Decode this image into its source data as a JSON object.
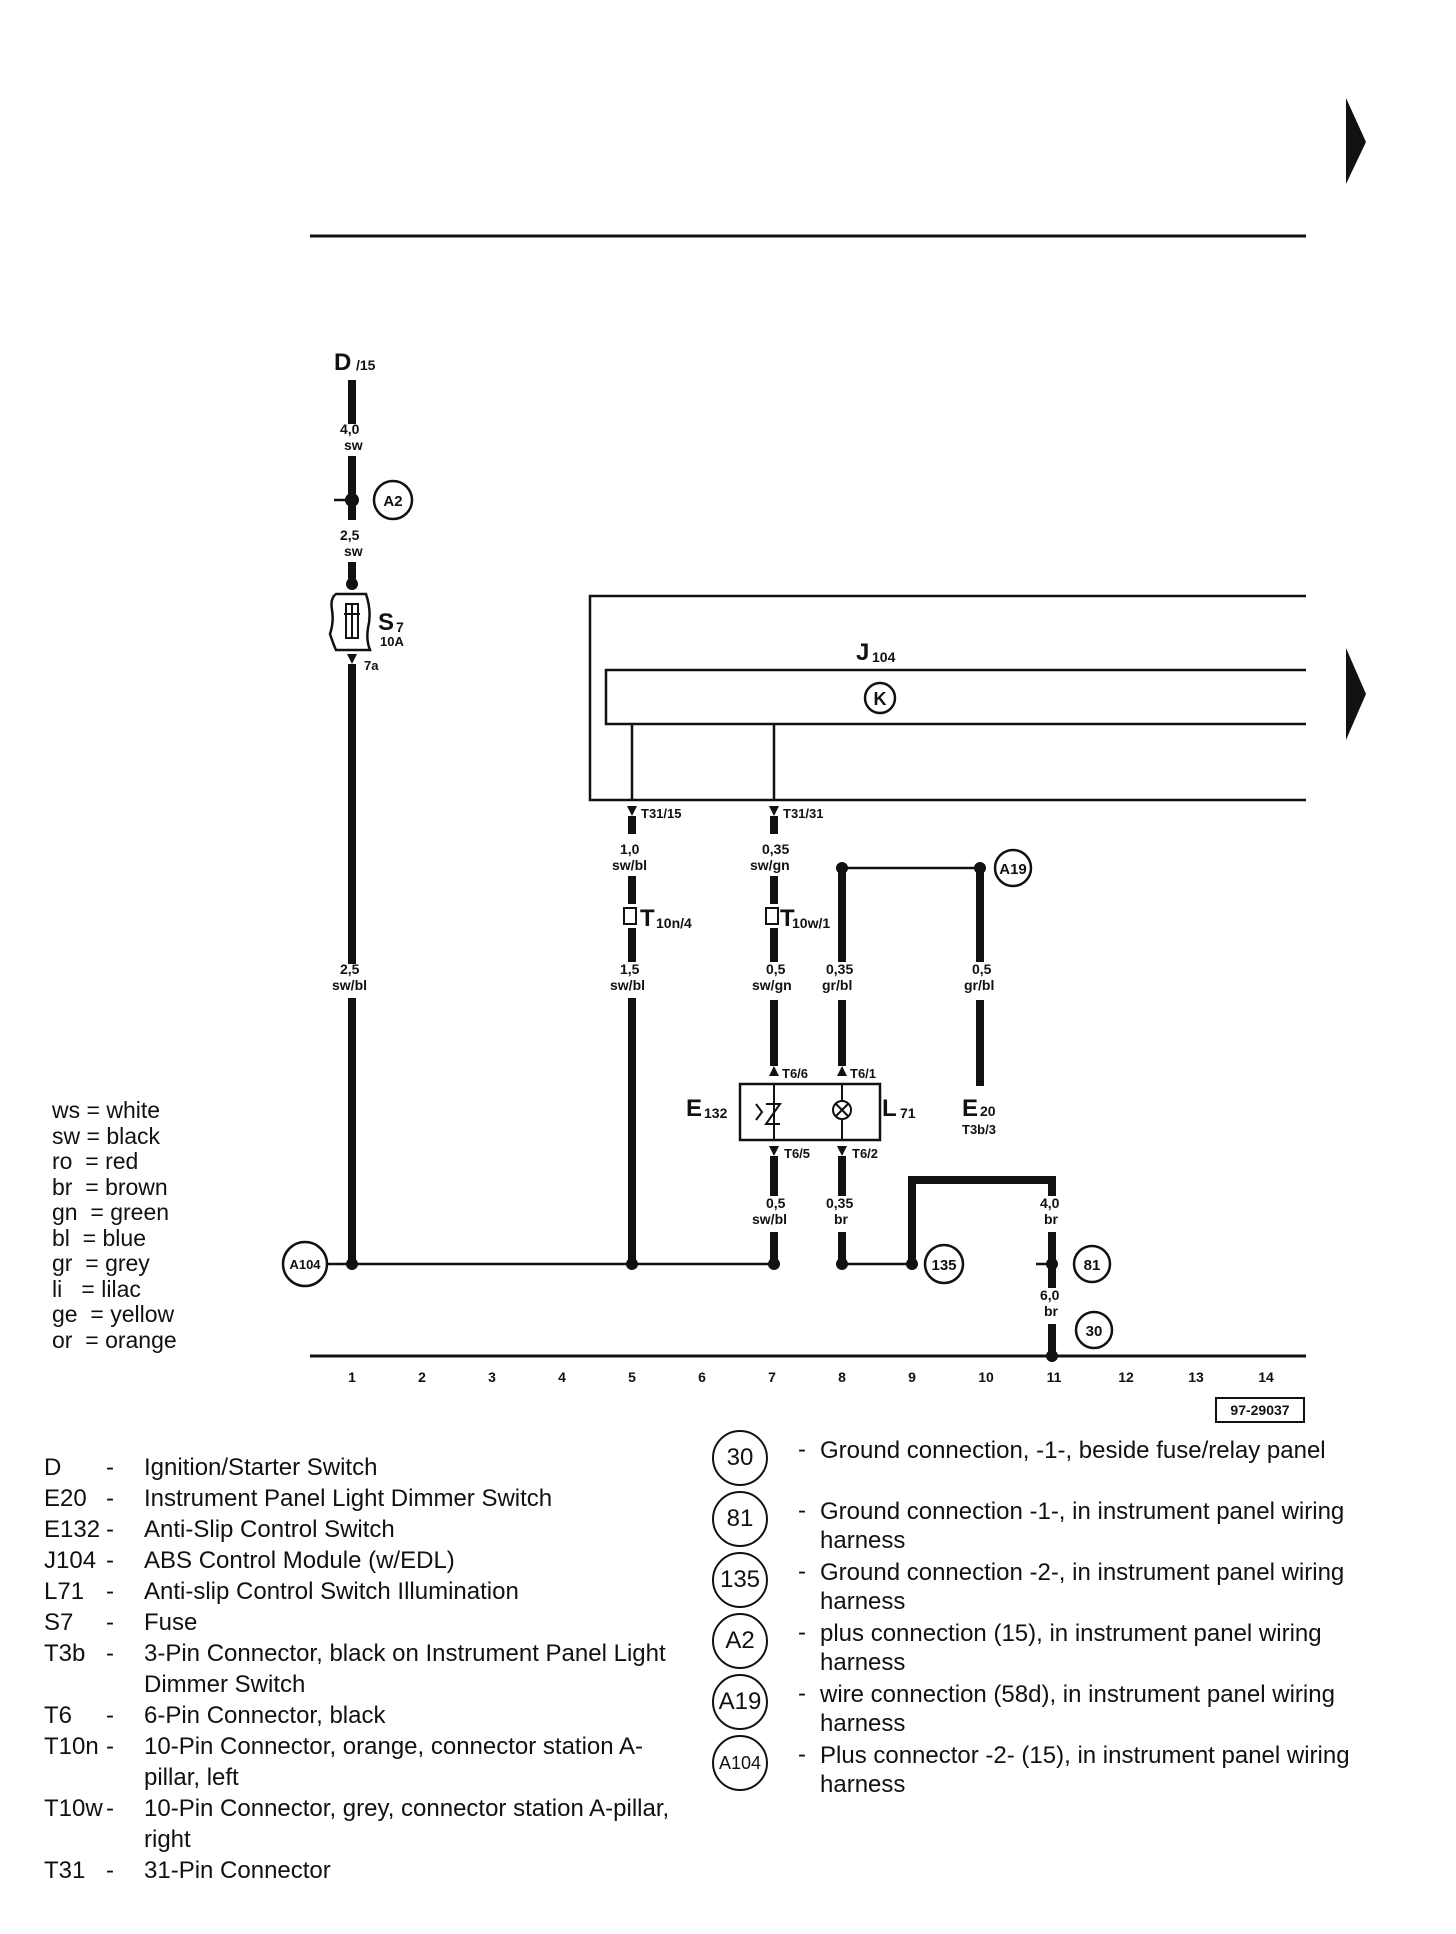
{
  "diagram": {
    "page_number": "97-29037",
    "components": {
      "D": {
        "name": "D",
        "sub": "/15"
      },
      "S7": {
        "name": "S",
        "sub": "7",
        "rating": "10A",
        "pin": "7a"
      },
      "J104": {
        "name": "J",
        "sub": "104",
        "symbol": "K"
      },
      "E132": {
        "name": "E",
        "sub": "132"
      },
      "L71": {
        "name": "L",
        "sub": "71"
      },
      "E20": {
        "name": "E",
        "sub": "20",
        "connector": "T3b/3"
      }
    },
    "wires": {
      "w1": {
        "size": "4,0",
        "color": "sw"
      },
      "w2": {
        "size": "2,5",
        "color": "sw"
      },
      "w3": {
        "size": "2,5",
        "color": "sw/bl"
      },
      "w4": {
        "size": "1,0",
        "color": "sw/bl"
      },
      "w5": {
        "size": "1,5",
        "color": "sw/bl"
      },
      "w6": {
        "size": "0,35",
        "color": "sw/gn"
      },
      "w7": {
        "size": "0,5",
        "color": "sw/gn"
      },
      "w8": {
        "size": "0,35",
        "color": "gr/bl"
      },
      "w9": {
        "size": "0,5",
        "color": "gr/bl"
      },
      "w10": {
        "size": "0,5",
        "color": "sw/bl"
      },
      "w11": {
        "size": "0,35",
        "color": "br"
      },
      "w12": {
        "size": "4,0",
        "color": "br"
      },
      "w13": {
        "size": "6,0",
        "color": "br"
      }
    },
    "pins": {
      "t31_15": "T31/15",
      "t31_31": "T31/31",
      "t10n": "T",
      "t10n_sub": "10n/4",
      "t10w": "T",
      "t10w_sub": "10w/1",
      "t6_6": "T6/6",
      "t6_1": "T6/1",
      "t6_5": "T6/5",
      "t6_2": "T6/2"
    },
    "connections": {
      "A2": "A2",
      "A19": "A19",
      "A104": "A104",
      "c135": "135",
      "c81": "81",
      "c30": "30"
    },
    "tracks": [
      "1",
      "2",
      "3",
      "4",
      "5",
      "6",
      "7",
      "8",
      "9",
      "10",
      "11",
      "12",
      "13",
      "14"
    ]
  },
  "color_key": [
    {
      "code": "ws",
      "name": "white"
    },
    {
      "code": "sw",
      "name": "black"
    },
    {
      "code": "ro",
      "name": "red"
    },
    {
      "code": "br",
      "name": "brown"
    },
    {
      "code": "gn",
      "name": "green"
    },
    {
      "code": "bl",
      "name": "blue"
    },
    {
      "code": "gr",
      "name": "grey"
    },
    {
      "code": "li",
      "name": "lilac"
    },
    {
      "code": "ge",
      "name": "yellow"
    },
    {
      "code": "or",
      "name": "orange"
    }
  ],
  "legend_components": [
    {
      "code": "D",
      "desc": "Ignition/Starter Switch"
    },
    {
      "code": "E20",
      "desc": "Instrument Panel Light Dimmer Switch"
    },
    {
      "code": "E132",
      "desc": "Anti-Slip Control Switch"
    },
    {
      "code": "J104",
      "desc": "ABS Control Module (w/EDL)"
    },
    {
      "code": "L71",
      "desc": "Anti-slip Control Switch Illumination"
    },
    {
      "code": "S7",
      "desc": "Fuse"
    },
    {
      "code": "T3b",
      "desc": "3-Pin Connector, black on Instrument Panel Light Dimmer Switch"
    },
    {
      "code": "T6",
      "desc": "6-Pin Connector, black"
    },
    {
      "code": "T10n",
      "desc": "10-Pin Connector, orange, connector station A-pillar, left"
    },
    {
      "code": "T10w",
      "desc": "10-Pin Connector, grey, connector station A-pillar, right"
    },
    {
      "code": "T31",
      "desc": "31-Pin Connector"
    }
  ],
  "legend_connections": [
    {
      "code": "30",
      "desc": "Ground connection, -1-, beside fuse/relay panel"
    },
    {
      "code": "81",
      "desc": "Ground connection -1-, in instrument panel wiring harness"
    },
    {
      "code": "135",
      "desc": "Ground connection -2-, in instrument panel wiring harness"
    },
    {
      "code": "A2",
      "desc": "plus connection (15), in instrument panel wiring harness"
    },
    {
      "code": "A19",
      "desc": "wire connection (58d), in instrument panel wiring harness"
    },
    {
      "code": "A104",
      "desc": "Plus connector -2- (15), in instrument panel wiring harness"
    }
  ]
}
